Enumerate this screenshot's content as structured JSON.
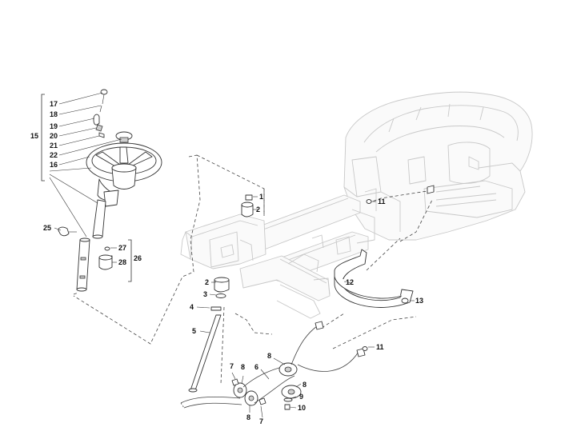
{
  "callouts": {
    "c1": "1",
    "c2a": "2",
    "c2b": "2",
    "c3": "3",
    "c4": "4",
    "c5": "5",
    "c6": "6",
    "c7a": "7",
    "c7b": "7",
    "c8a": "8",
    "c8b": "8",
    "c8c": "8",
    "c8d": "8",
    "c9": "9",
    "c10": "10",
    "c11a": "11",
    "c11b": "11",
    "c12": "12",
    "c13": "13",
    "c15": "15",
    "c16": "16",
    "c17": "17",
    "c18": "18",
    "c19": "19",
    "c20": "20",
    "c21": "21",
    "c22": "22",
    "c25": "25",
    "c26": "26",
    "c27": "27",
    "c28": "28"
  }
}
